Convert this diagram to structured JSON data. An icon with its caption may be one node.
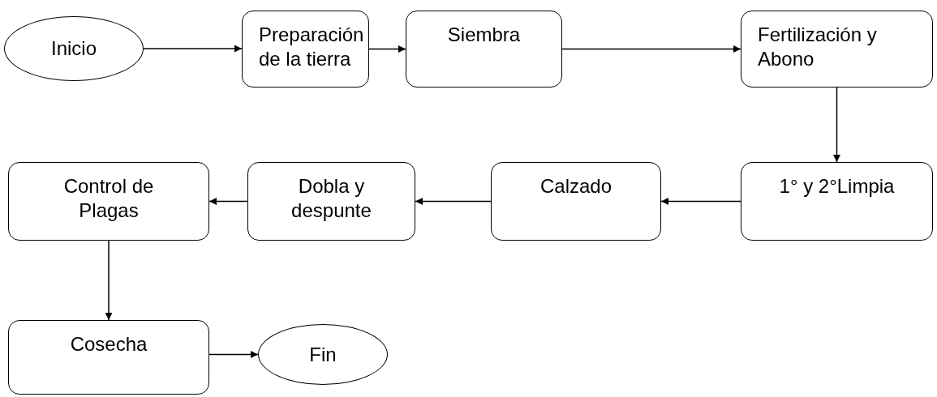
{
  "diagram": {
    "nodes": [
      {
        "text": [
          "Inicio"
        ]
      },
      {
        "text": [
          "Preparación de la tierra"
        ]
      },
      {
        "text": [
          "Siembra"
        ]
      },
      {
        "text": [
          "Fertilización y Abono"
        ]
      },
      {
        "text": [
          "1° y 2°Limpia"
        ]
      },
      {
        "text": [
          "Calzado"
        ]
      },
      {
        "text": [
          "Dobla y despunte"
        ]
      },
      {
        "text": [
          "Control de Plagas"
        ]
      },
      {
        "text": [
          "Cosecha"
        ]
      },
      {
        "text": [
          "Fin"
        ]
      }
    ],
    "edges": [
      {
        "from": 0,
        "to": 1,
        "arrow": "to"
      },
      {
        "from": 1,
        "to": 2,
        "arrow": "to"
      },
      {
        "from": 2,
        "to": 3,
        "arrow": "to"
      },
      {
        "from": 3,
        "to": 4,
        "arrow": "to"
      },
      {
        "from": 4,
        "to": 5,
        "arrow": "to"
      },
      {
        "from": 5,
        "to": 6,
        "arrow": "to"
      },
      {
        "from": 6,
        "to": 7,
        "arrow": "to"
      },
      {
        "from": 7,
        "to": 8,
        "arrow": "to"
      },
      {
        "from": 8,
        "to": 9,
        "arrow": "to"
      }
    ]
  }
}
